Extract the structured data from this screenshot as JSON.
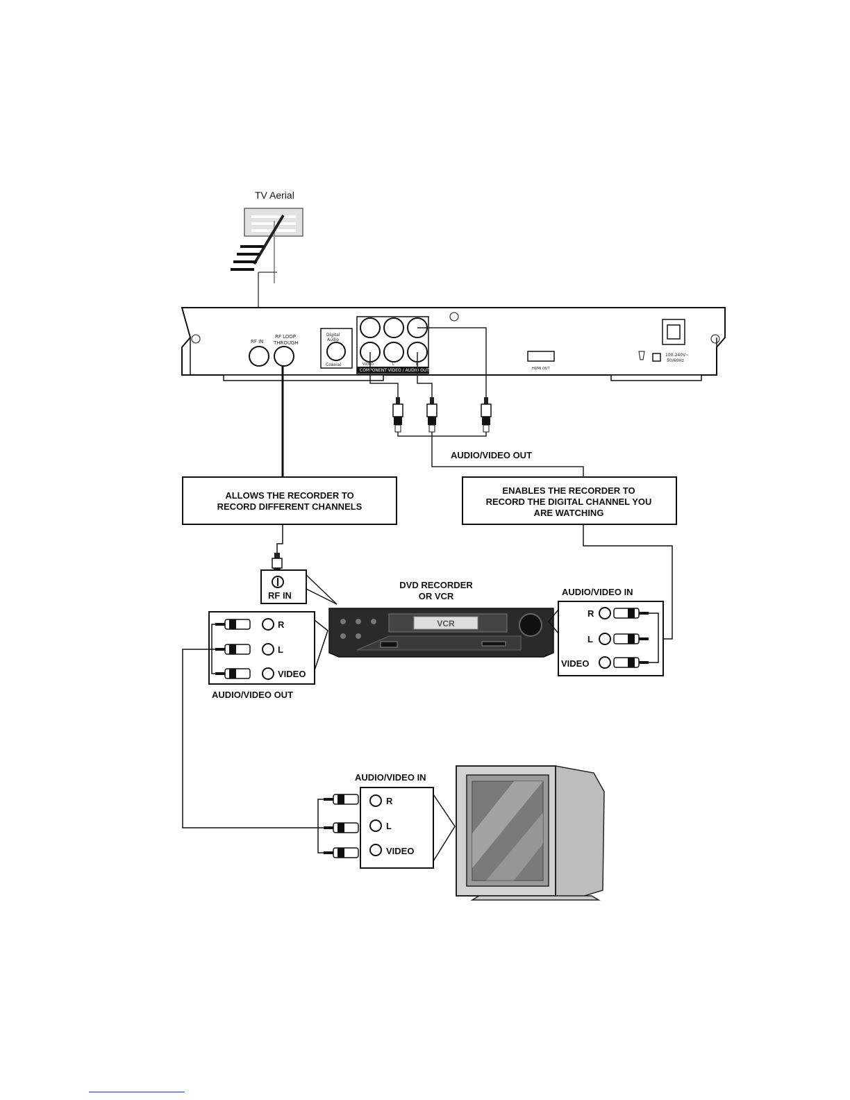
{
  "aerial": {
    "label": "TV Aerial"
  },
  "player": {
    "rf_in": "RF IN",
    "rf_loop_top": "RF   LOOP",
    "rf_loop_bottom": "THROUGH",
    "digital_audio_1": "Digital",
    "digital_audio_2": "Audio",
    "coaxial": "Coaxial",
    "component_strip": "COMPONENT VIDEO / AUDIO OUT",
    "jack_video": "VIDEO",
    "jack_l": "L",
    "jack_r": "R",
    "hdmi": "HDMI OUT",
    "power_1": "100-240V~",
    "power_2": "50/60Hz"
  },
  "labels": {
    "av_out_top": "AUDIO/VIDEO OUT",
    "allows_line1": "ALLOWS THE RECORDER TO",
    "allows_line2": "RECORD DIFFERENT CHANNELS",
    "enables_line1": "ENABLES THE RECORDER TO",
    "enables_line2": "RECORD THE DIGITAL CHANNEL YOU",
    "enables_line3": "ARE WATCHING",
    "recorder_line1": "DVD RECORDER",
    "recorder_line2": "OR VCR",
    "recorder_rf_in": "RF IN",
    "recorder_av_in": "AUDIO/VIDEO IN",
    "recorder_av_out": "AUDIO/VIDEO OUT",
    "tv_av_in": "AUDIO/VIDEO IN"
  },
  "jacks": {
    "r": "R",
    "l": "L",
    "video": "VIDEO"
  },
  "vcr_badge": "VCR",
  "colors": {
    "ink": "#111111",
    "panel_fill": "#ffffff",
    "recorder_body": "#2a2a2a",
    "tv_body": "#cfcfcf",
    "link": "#1a3fd0"
  }
}
